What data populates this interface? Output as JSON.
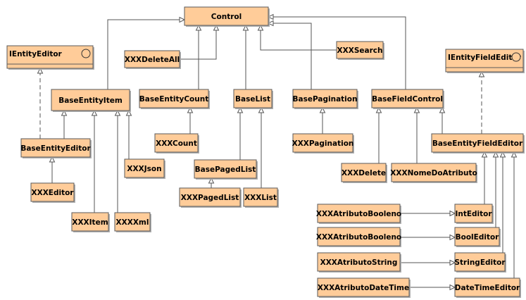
{
  "diagram": {
    "classes": [
      {
        "id": "control",
        "label": "Control"
      },
      {
        "id": "ientityeditor",
        "label": "IEntityEditor",
        "interface": true
      },
      {
        "id": "ientityfieldeditor",
        "label": "IEntityFieldEditor",
        "interface": true
      },
      {
        "id": "xxxdeleteall",
        "label": "XXXDeleteAll"
      },
      {
        "id": "xxxsearch",
        "label": "XXXSearch"
      },
      {
        "id": "baseentityitem",
        "label": "BaseEntityItem"
      },
      {
        "id": "baseentitycount",
        "label": "BaseEntityCount"
      },
      {
        "id": "baselist",
        "label": "BaseList"
      },
      {
        "id": "basepagination",
        "label": "BasePagination"
      },
      {
        "id": "basefieldcontrol",
        "label": "BaseFieldControl"
      },
      {
        "id": "baseentityeditor",
        "label": "BaseEntityEditor"
      },
      {
        "id": "xxxcount",
        "label": "XXXCount"
      },
      {
        "id": "xxxjson",
        "label": "XXXJson"
      },
      {
        "id": "basepagedlist",
        "label": "BasePagedList"
      },
      {
        "id": "xxxpagination",
        "label": "XXXPagination"
      },
      {
        "id": "baseentityfieldeditor",
        "label": "BaseEntityFieldEditor"
      },
      {
        "id": "xxxdelete",
        "label": "XXXDelete"
      },
      {
        "id": "xxxnomedoatributo",
        "label": "XXXNomeDoAtributo"
      },
      {
        "id": "xxxeditor",
        "label": "XXXEditor"
      },
      {
        "id": "xxxpagedlist",
        "label": "XXXPagedList"
      },
      {
        "id": "xxxlist",
        "label": "XXXList"
      },
      {
        "id": "xxxitem",
        "label": "XXXItem"
      },
      {
        "id": "xxxxml",
        "label": "XXXXml"
      },
      {
        "id": "xxxatributobooleno1",
        "label": "XXXAtributoBooleno"
      },
      {
        "id": "inteditor",
        "label": "IntEditor"
      },
      {
        "id": "xxxatributobooleno2",
        "label": "XXXAtributoBooleno"
      },
      {
        "id": "booleditor",
        "label": "BoolEditor"
      },
      {
        "id": "xxxatributostring",
        "label": "XXXAtributoString"
      },
      {
        "id": "stringeditor",
        "label": "StringEditor"
      },
      {
        "id": "xxxatributodatetime",
        "label": "XXXAtributoDateTime"
      },
      {
        "id": "datetimeeditor",
        "label": "DateTimeEditor"
      }
    ],
    "relations": [
      {
        "from": "xxxdeleteall",
        "to": "control",
        "type": "inheritance"
      },
      {
        "from": "xxxsearch",
        "to": "control",
        "type": "inheritance"
      },
      {
        "from": "baseentityitem",
        "to": "control",
        "type": "inheritance"
      },
      {
        "from": "baseentitycount",
        "to": "control",
        "type": "inheritance"
      },
      {
        "from": "baselist",
        "to": "control",
        "type": "inheritance"
      },
      {
        "from": "basepagination",
        "to": "control",
        "type": "inheritance"
      },
      {
        "from": "basefieldcontrol",
        "to": "control",
        "type": "inheritance"
      },
      {
        "from": "baseentityeditor",
        "to": "ientityeditor",
        "type": "realization"
      },
      {
        "from": "baseentityfieldeditor",
        "to": "ientityfieldeditor",
        "type": "realization"
      },
      {
        "from": "baseentityeditor",
        "to": "baseentityitem",
        "type": "inheritance"
      },
      {
        "from": "xxxitem",
        "to": "baseentityitem",
        "type": "inheritance"
      },
      {
        "from": "xxxxml",
        "to": "baseentityitem",
        "type": "inheritance"
      },
      {
        "from": "xxxjson",
        "to": "baseentityitem",
        "type": "inheritance"
      },
      {
        "from": "xxxeditor",
        "to": "baseentityeditor",
        "type": "inheritance"
      },
      {
        "from": "xxxcount",
        "to": "baseentitycount",
        "type": "inheritance"
      },
      {
        "from": "basepagedlist",
        "to": "baselist",
        "type": "inheritance"
      },
      {
        "from": "xxxlist",
        "to": "baselist",
        "type": "inheritance"
      },
      {
        "from": "xxxpagedlist",
        "to": "basepagedlist",
        "type": "inheritance"
      },
      {
        "from": "xxxpagination",
        "to": "basepagination",
        "type": "inheritance"
      },
      {
        "from": "xxxdelete",
        "to": "basefieldcontrol",
        "type": "inheritance"
      },
      {
        "from": "xxxnomedoatributo",
        "to": "basefieldcontrol",
        "type": "inheritance"
      },
      {
        "from": "baseentityfieldeditor",
        "to": "basefieldcontrol",
        "type": "inheritance"
      },
      {
        "from": "inteditor",
        "to": "baseentityfieldeditor",
        "type": "inheritance"
      },
      {
        "from": "booleditor",
        "to": "baseentityfieldeditor",
        "type": "inheritance"
      },
      {
        "from": "stringeditor",
        "to": "baseentityfieldeditor",
        "type": "inheritance"
      },
      {
        "from": "datetimeeditor",
        "to": "baseentityfieldeditor",
        "type": "inheritance"
      },
      {
        "from": "xxxatributobooleno1",
        "to": "inteditor",
        "type": "association"
      },
      {
        "from": "xxxatributobooleno2",
        "to": "booleditor",
        "type": "association"
      },
      {
        "from": "xxxatributostring",
        "to": "stringeditor",
        "type": "association"
      },
      {
        "from": "xxxatributodatetime",
        "to": "datetimeeditor",
        "type": "association"
      }
    ]
  }
}
